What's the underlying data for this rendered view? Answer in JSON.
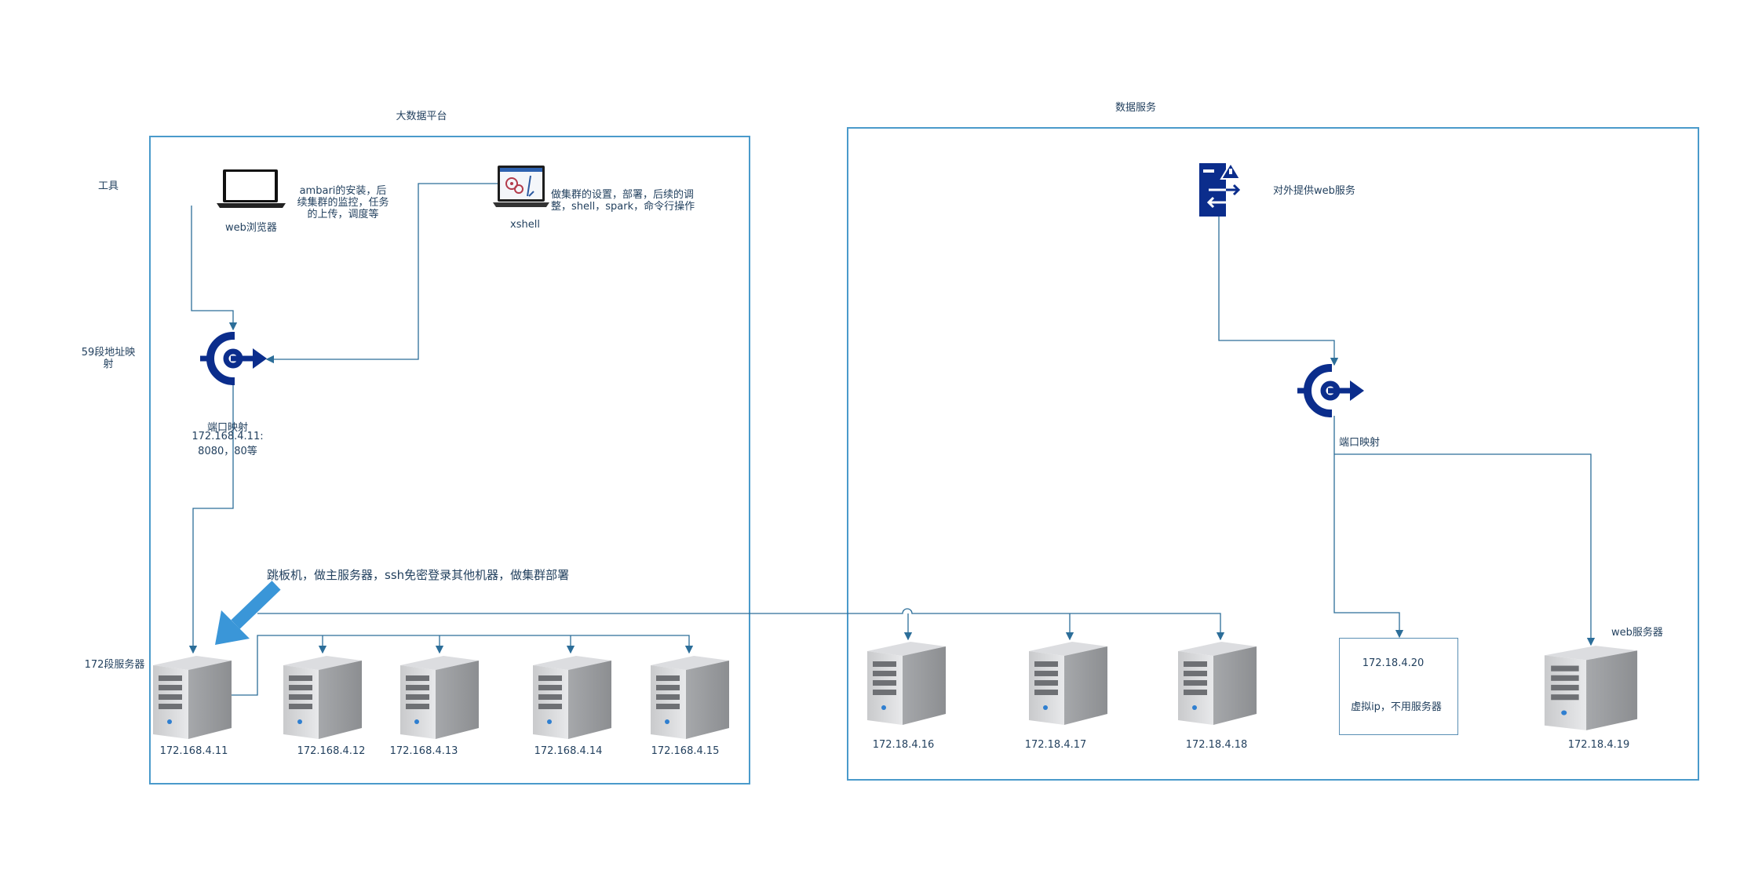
{
  "left_group": {
    "title": "大数据平台"
  },
  "right_group": {
    "title": "数据服务"
  },
  "row_labels": {
    "tools": "工具",
    "map59": "59段地址映射",
    "servers172": "172段服务器"
  },
  "tools": {
    "browser_label": "web浏览器",
    "browser_note": [
      "ambari的安装，后",
      "续集群的监控，任务",
      "的上传，调度等"
    ],
    "xshell_label": "xshell",
    "xshell_note": [
      "做集群的设置，部署，后续的调",
      "整，shell，spark，命令行操作"
    ]
  },
  "left_port_map": {
    "label": "端口映射",
    "detail": [
      "172.168.4.11:",
      "8080，80等"
    ]
  },
  "jump_note": "跳板机，做主服务器，ssh免密登录其他机器，做集群部署",
  "left_servers": [
    "172.168.4.11",
    "172.168.4.12",
    "172.168.4.13",
    "172.168.4.14",
    "172.168.4.15"
  ],
  "right_service": {
    "label": "对外提供web服务"
  },
  "right_port_map": {
    "label": "端口映射"
  },
  "right_servers": [
    "172.18.4.16",
    "172.18.4.17",
    "172.18.4.18"
  ],
  "virtual_ip": {
    "ip": "172.18.4.20",
    "note": "虚拟ip，不用服务器"
  },
  "web_server": {
    "label": "web服务器",
    "ip": "172.18.4.19"
  },
  "colors": {
    "border": "#4a9acb",
    "wire": "#2c6e99",
    "icon_navy": "#0b2d8c",
    "arrow_blue": "#3a96d8"
  }
}
